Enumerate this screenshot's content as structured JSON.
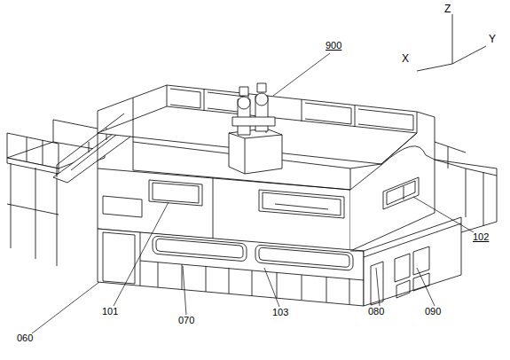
{
  "diagram": {
    "labels": [
      "Z",
      "Y",
      "X",
      "900",
      "102",
      "101",
      "060",
      "070",
      "103",
      "080",
      "090"
    ]
  }
}
